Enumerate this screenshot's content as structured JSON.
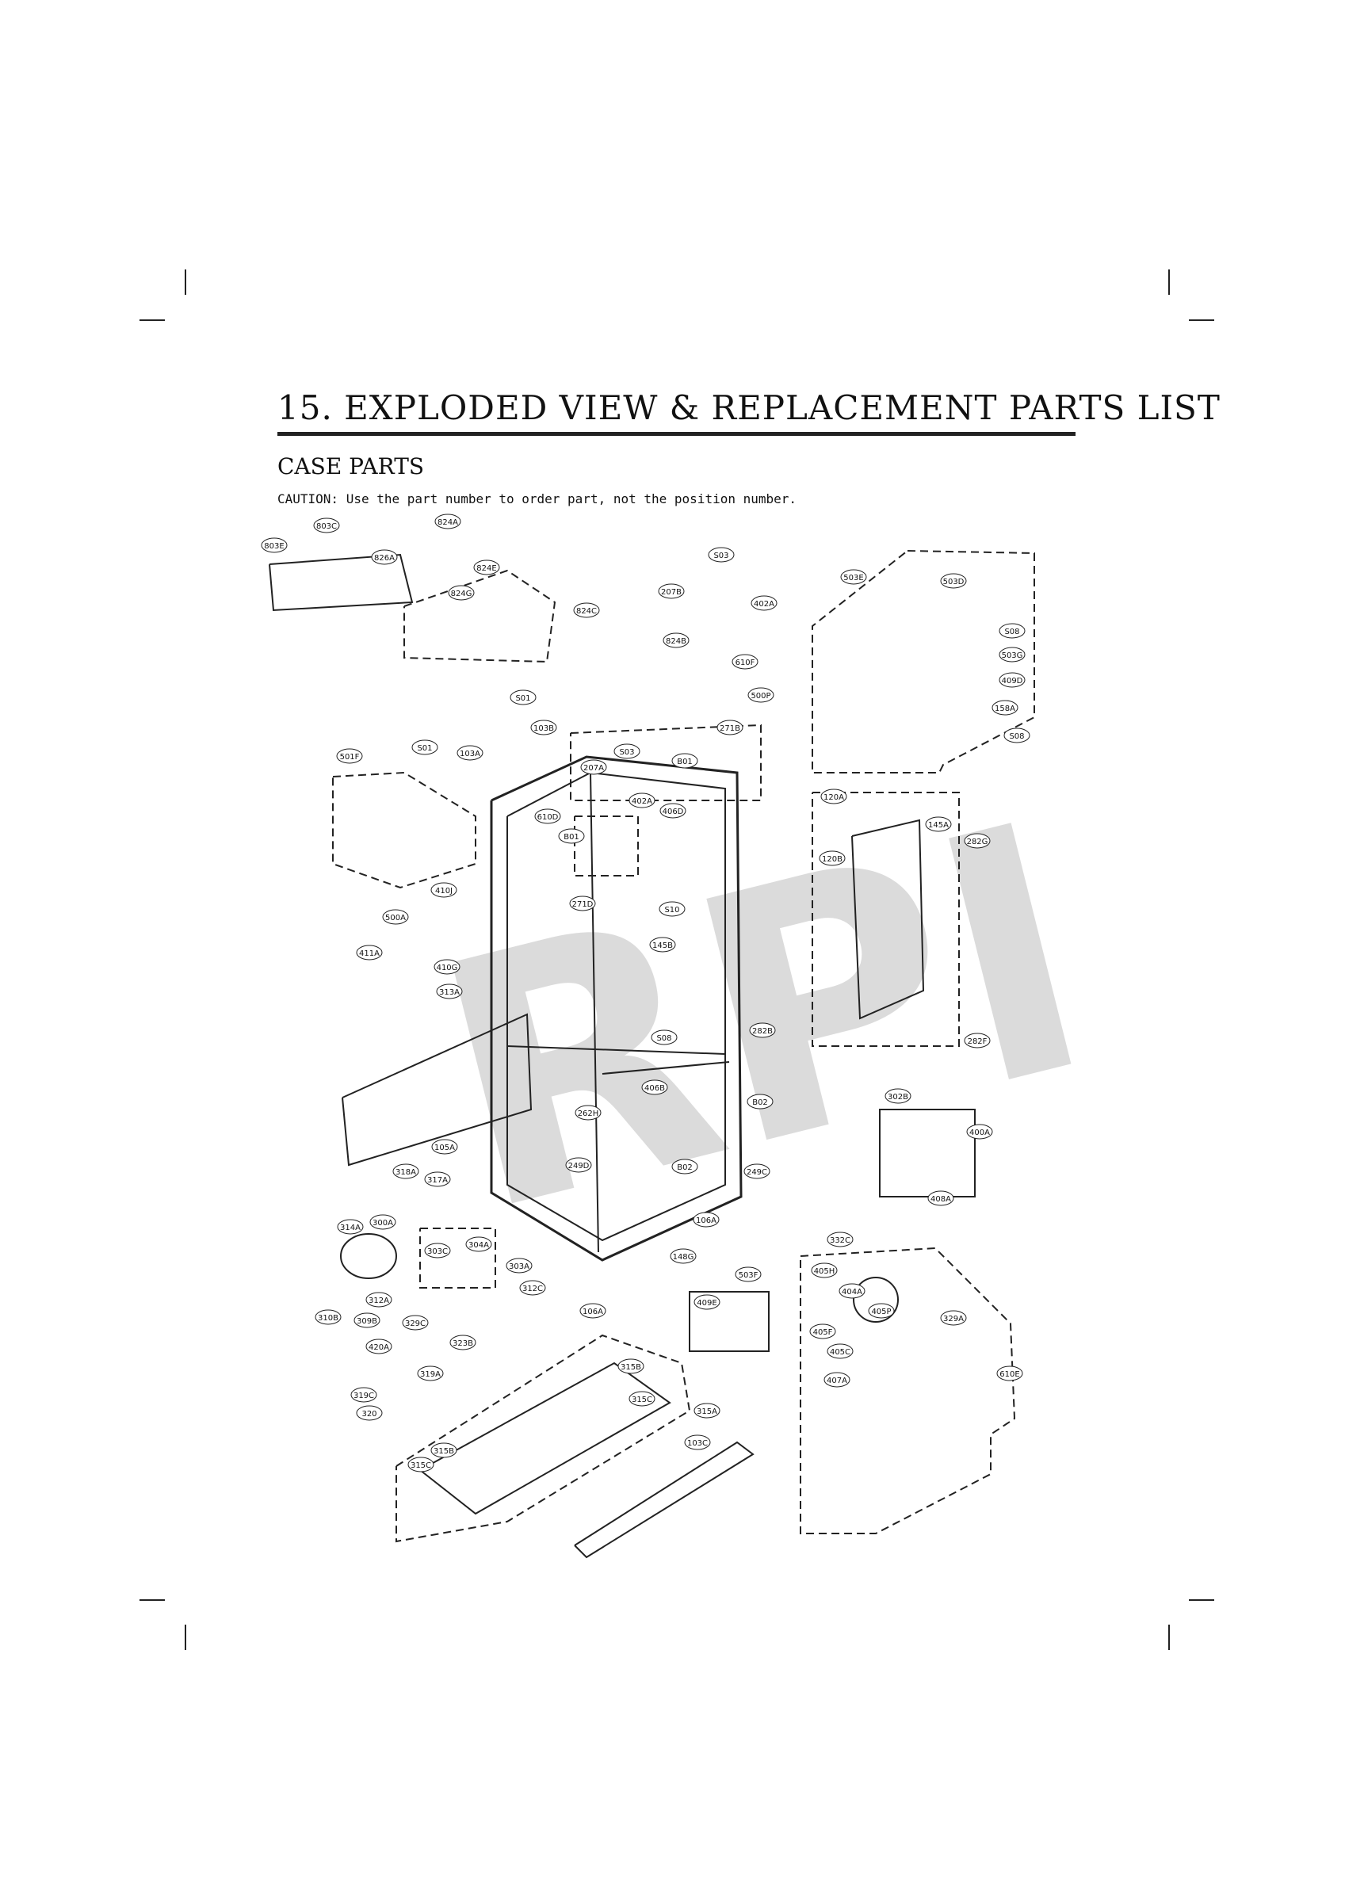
{
  "page": {
    "title": "15. EXPLODED VIEW & REPLACEMENT PARTS LIST",
    "section": "CASE PARTS",
    "caution": "CAUTION: Use the part number to order part, not the position number.",
    "watermark": "RPI"
  },
  "labels": [
    {
      "id": "803E",
      "text": "803E"
    },
    {
      "id": "803C",
      "text": "803C"
    },
    {
      "id": "826A",
      "text": "826A"
    },
    {
      "id": "824A",
      "text": "824A"
    },
    {
      "id": "824E",
      "text": "824E"
    },
    {
      "id": "824G",
      "text": "824G"
    },
    {
      "id": "824C",
      "text": "824C"
    },
    {
      "id": "824B",
      "text": "824B"
    },
    {
      "id": "S03a",
      "text": "S03"
    },
    {
      "id": "207B",
      "text": "207B"
    },
    {
      "id": "402Aa",
      "text": "402A"
    },
    {
      "id": "610F",
      "text": "610F"
    },
    {
      "id": "500P",
      "text": "500P"
    },
    {
      "id": "S01a",
      "text": "S01"
    },
    {
      "id": "103B",
      "text": "103B"
    },
    {
      "id": "503E",
      "text": "503E"
    },
    {
      "id": "503D",
      "text": "503D"
    },
    {
      "id": "S08a",
      "text": "S08"
    },
    {
      "id": "503G",
      "text": "503G"
    },
    {
      "id": "409D",
      "text": "409D"
    },
    {
      "id": "158A",
      "text": "158A"
    },
    {
      "id": "S08b",
      "text": "S08"
    },
    {
      "id": "501F",
      "text": "501F"
    },
    {
      "id": "S01b",
      "text": "S01"
    },
    {
      "id": "103A",
      "text": "103A"
    },
    {
      "id": "S03b",
      "text": "S03"
    },
    {
      "id": "207A",
      "text": "207A"
    },
    {
      "id": "B01a",
      "text": "B01"
    },
    {
      "id": "271B",
      "text": "271B"
    },
    {
      "id": "402Ab",
      "text": "402A"
    },
    {
      "id": "610D",
      "text": "610D"
    },
    {
      "id": "B01b",
      "text": "B01"
    },
    {
      "id": "406D",
      "text": "406D"
    },
    {
      "id": "120A",
      "text": "120A"
    },
    {
      "id": "145A",
      "text": "145A"
    },
    {
      "id": "282G",
      "text": "282G"
    },
    {
      "id": "120B",
      "text": "120B"
    },
    {
      "id": "410J",
      "text": "410J"
    },
    {
      "id": "271D",
      "text": "271D"
    },
    {
      "id": "S10",
      "text": "S10"
    },
    {
      "id": "500A",
      "text": "500A"
    },
    {
      "id": "145B",
      "text": "145B"
    },
    {
      "id": "411A",
      "text": "411A"
    },
    {
      "id": "410G",
      "text": "410G"
    },
    {
      "id": "313A",
      "text": "313A"
    },
    {
      "id": "S08c",
      "text": "S08"
    },
    {
      "id": "282F",
      "text": "282F"
    },
    {
      "id": "282B",
      "text": "282B"
    },
    {
      "id": "406B",
      "text": "406B"
    },
    {
      "id": "B02a",
      "text": "B02"
    },
    {
      "id": "302B",
      "text": "302B"
    },
    {
      "id": "262H",
      "text": "262H"
    },
    {
      "id": "105A",
      "text": "105A"
    },
    {
      "id": "400A",
      "text": "400A"
    },
    {
      "id": "249D",
      "text": "249D"
    },
    {
      "id": "B02b",
      "text": "B02"
    },
    {
      "id": "249C",
      "text": "249C"
    },
    {
      "id": "408A",
      "text": "408A"
    },
    {
      "id": "318A",
      "text": "318A"
    },
    {
      "id": "317A",
      "text": "317A"
    },
    {
      "id": "106Aa",
      "text": "106A"
    },
    {
      "id": "314A",
      "text": "314A"
    },
    {
      "id": "300A",
      "text": "300A"
    },
    {
      "id": "332C",
      "text": "332C"
    },
    {
      "id": "303C",
      "text": "303C"
    },
    {
      "id": "304A",
      "text": "304A"
    },
    {
      "id": "303A",
      "text": "303A"
    },
    {
      "id": "148G",
      "text": "148G"
    },
    {
      "id": "503F",
      "text": "503F"
    },
    {
      "id": "405H",
      "text": "405H"
    },
    {
      "id": "312A",
      "text": "312A"
    },
    {
      "id": "312C",
      "text": "312C"
    },
    {
      "id": "404A",
      "text": "404A"
    },
    {
      "id": "405P",
      "text": "405P"
    },
    {
      "id": "310B",
      "text": "310B"
    },
    {
      "id": "309B",
      "text": "309B"
    },
    {
      "id": "329C",
      "text": "329C"
    },
    {
      "id": "106Ab",
      "text": "106A"
    },
    {
      "id": "409E",
      "text": "409E"
    },
    {
      "id": "405F",
      "text": "405F"
    },
    {
      "id": "329A",
      "text": "329A"
    },
    {
      "id": "420A",
      "text": "420A"
    },
    {
      "id": "323B",
      "text": "323B"
    },
    {
      "id": "405C",
      "text": "405C"
    },
    {
      "id": "315B",
      "text": "315B"
    },
    {
      "id": "319A",
      "text": "319A"
    },
    {
      "id": "407A",
      "text": "407A"
    },
    {
      "id": "610E",
      "text": "610E"
    },
    {
      "id": "319C",
      "text": "319C"
    },
    {
      "id": "315C",
      "text": "315C"
    },
    {
      "id": "320",
      "text": "320"
    },
    {
      "id": "315A",
      "text": "315A"
    },
    {
      "id": "103C",
      "text": "103C"
    },
    {
      "id": "315Bb",
      "text": "315B"
    },
    {
      "id": "315Cb",
      "text": "315C"
    }
  ]
}
